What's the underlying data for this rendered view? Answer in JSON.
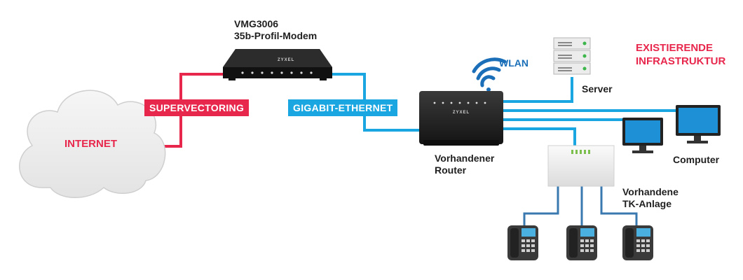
{
  "labels": {
    "modem_model": "VMG3006",
    "modem_desc": "35b-Profil-Modem",
    "internet": "INTERNET",
    "supervectoring": "SUPERVECTORING",
    "gigabit": "GIGABIT-ETHERNET",
    "wlan": "WLAN",
    "router_line1": "Vorhandener",
    "router_line2": "Router",
    "server": "Server",
    "computer": "Computer",
    "tk_line1": "Vorhandene",
    "tk_line2": "TK-Anlage",
    "infra_line1": "EXISTIERENDE",
    "infra_line2": "INFRASTRUKTUR",
    "brand_modem": "ZYXEL",
    "brand_router": "ZYXEL"
  },
  "colors": {
    "red": "#e8274d",
    "blue": "#1aa6e0",
    "wlan_blue": "#1b6fb8",
    "phone_line": "#3a78b0",
    "device_dark": "#1e1e1e",
    "cloud": "#efefef",
    "screen": "#1e90d6"
  },
  "icons": [
    "cloud-icon",
    "modem-icon",
    "router-icon",
    "wifi-icon",
    "server-icon",
    "computer-icon",
    "tk-box-icon",
    "phone-icon"
  ]
}
